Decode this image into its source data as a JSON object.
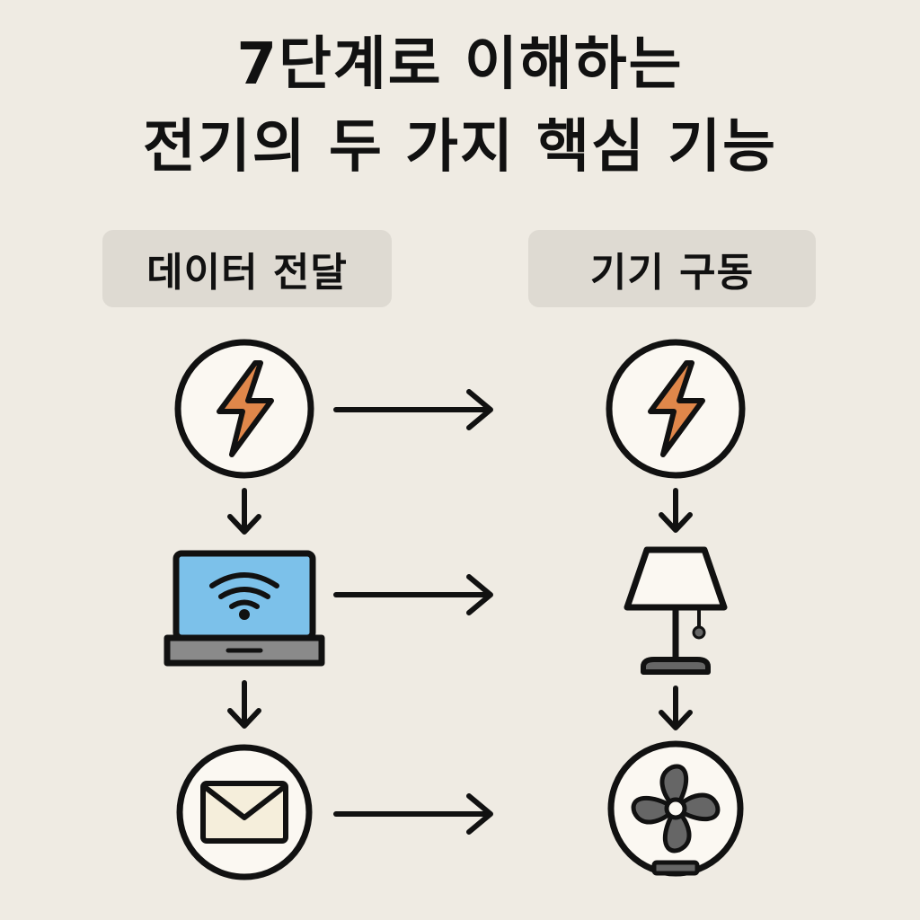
{
  "title": {
    "line1": "7단계로 이해하는",
    "line2": "전기의 두 가지 핵심 기능"
  },
  "columns": {
    "left": {
      "label": "데이터 전달"
    },
    "right": {
      "label": "기기 구동"
    }
  },
  "icons": {
    "left": [
      "lightning-icon",
      "laptop-wifi-icon",
      "envelope-icon"
    ],
    "right": [
      "lightning-icon",
      "table-lamp-icon",
      "fan-icon"
    ]
  },
  "colors": {
    "background": "#efebe3",
    "pill": "#dedad2",
    "stroke": "#111111",
    "lightning": "#e0874a",
    "screen": "#7cc1ea",
    "envelope": "#f5eedb",
    "gray": "#666666"
  }
}
